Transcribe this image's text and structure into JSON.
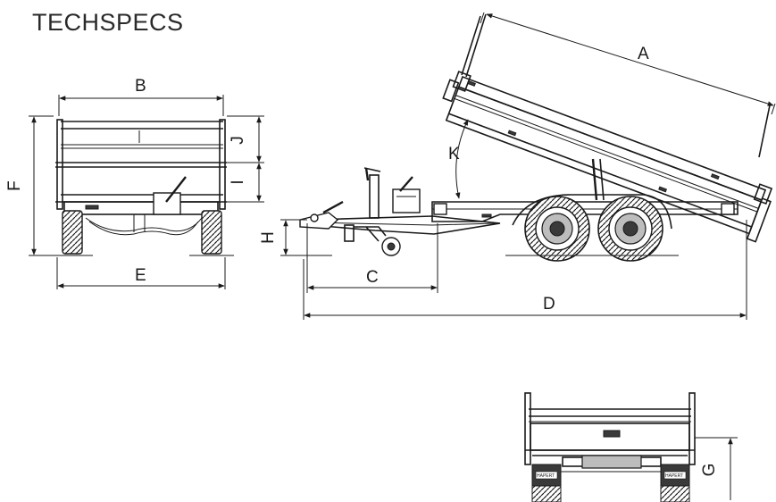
{
  "title": "TECHSPECS",
  "dimension_labels": {
    "A": "A",
    "B": "B",
    "C": "C",
    "D": "D",
    "E": "E",
    "F": "F",
    "G": "G",
    "H": "H",
    "I": "I",
    "J": "J",
    "K": "K"
  },
  "plate_text": "HAPERT"
}
